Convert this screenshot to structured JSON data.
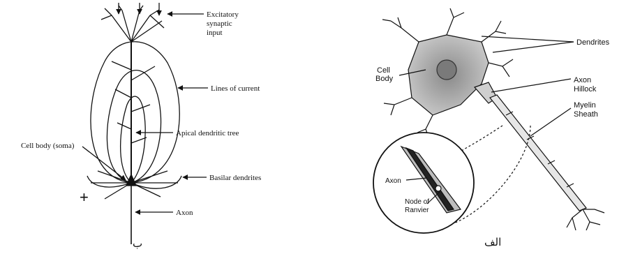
{
  "left_panel": {
    "labels": {
      "excitatory_line1": "Excitatory",
      "excitatory_line2": "synaptic",
      "excitatory_line3": "input",
      "lines_of_current": "Lines of current",
      "apical_tree": "Apical dendritic tree",
      "cell_body": "Cell body (soma)",
      "basilar": "Basilar dendrites",
      "axon": "Axon",
      "plus_sign": "+"
    },
    "caption": "ب"
  },
  "right_panel": {
    "labels": {
      "dendrites": "Dendrites",
      "cell_body_line1": "Cell",
      "cell_body_line2": "Body",
      "axon_hillock_line1": "Axon",
      "axon_hillock_line2": "Hillock",
      "myelin_line1": "Myelin",
      "myelin_line2": "Sheath",
      "axon": "Axon",
      "node_line1": "Node of",
      "node_line2": "Ranvier"
    },
    "caption": "الف"
  }
}
